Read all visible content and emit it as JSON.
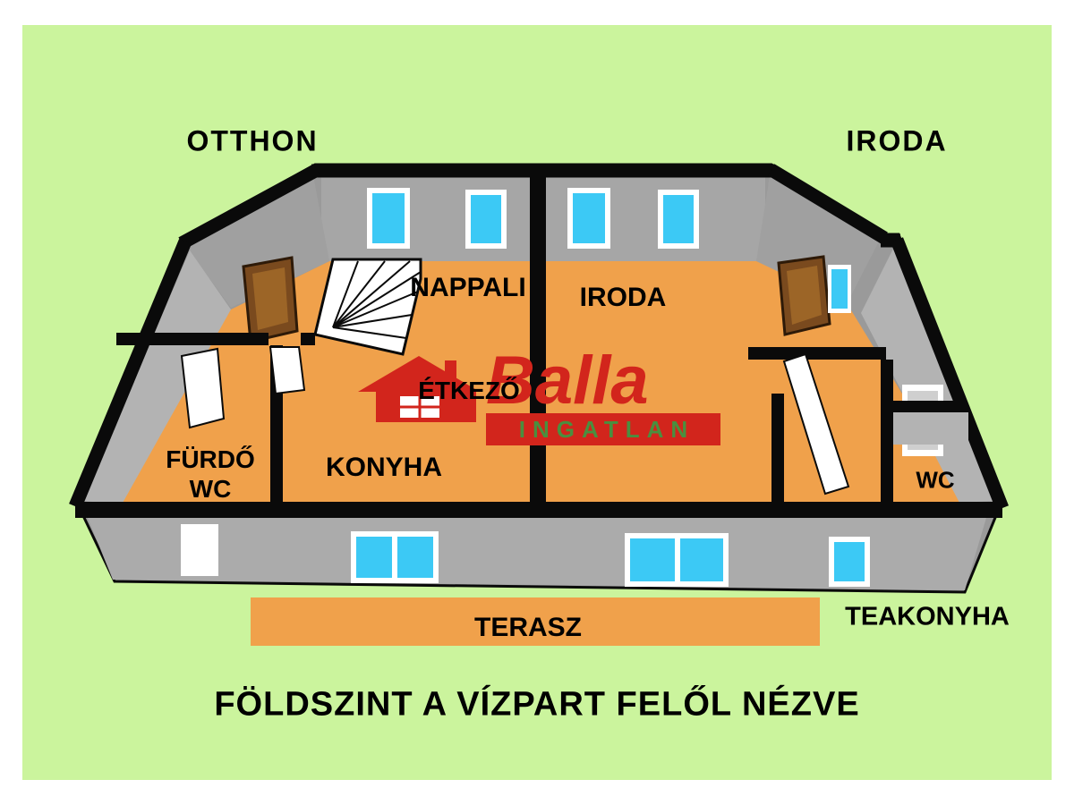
{
  "page": {
    "background": "#ffffff",
    "board_color": "#cbf49d"
  },
  "title": "FÖLDSZINT A VÍZPART FELŐL NÉZVE",
  "section_labels": {
    "left_building": "OTTHON",
    "right_building": "IRODA"
  },
  "rooms": {
    "nappali": "NAPPALI",
    "iroda": "IRODA",
    "etkezo": "ÉTKEZŐ",
    "konyha": "KONYHA",
    "furdo_line1": "FÜRDŐ",
    "furdo_line2": "WC",
    "wc": "WC",
    "terasz": "TERASZ",
    "teakonyha": "TEAKONYHA"
  },
  "watermark": {
    "brand": "Balla",
    "subtitle": "INGATLAN",
    "brand_color": "#d2251c",
    "subtitle_color": "#4a8f3f"
  },
  "colors": {
    "floor": "#f0a14b",
    "terrace": "#f0a14b",
    "outer_wall_gray": "#9a9a9a",
    "wall_face_gray": "#a6a6a6",
    "black_wall": "#0a0a0a",
    "window_glass": "#3cc9f5",
    "door_wood": "#7a4a1e",
    "board_green": "#cbf49d"
  }
}
